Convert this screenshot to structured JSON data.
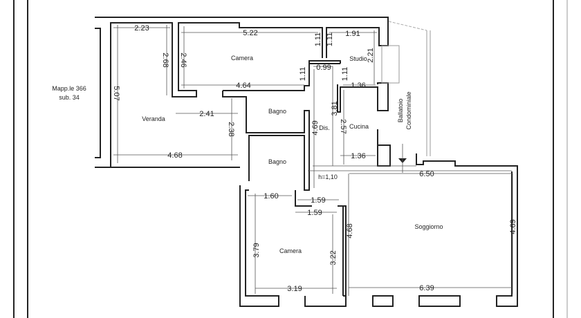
{
  "title": "Floor plan",
  "parcel": {
    "line1": "Mapp.le 366",
    "line2": "sub. 34"
  },
  "rooms": {
    "veranda": "Veranda",
    "camera_top": "Camera",
    "bagno_1": "Bagno",
    "bagno_2": "Bagno",
    "studio": "Studio",
    "disimpegno": "Dis.",
    "cucina": "Cucina",
    "ballatoio_1": "Ballatoio",
    "ballatoio_2": "Condominiale",
    "camera_bottom": "Camera",
    "soggiorno": "Soggiorno"
  },
  "dimensions": {
    "veranda_top": "2.23",
    "veranda_inner": "2.68",
    "veranda_height": "5.07",
    "veranda_mid": "2.41",
    "veranda_bottom": "4.68",
    "veranda_right": "2.38",
    "camera_top_width": "5.22",
    "camera_top_height": "2.46",
    "camera_top_bottom": "4.64",
    "corr_a": "1.11",
    "corr_b": "1.11",
    "corr_c": "1.11",
    "corr_d": "1.11",
    "corr_width": "0.99",
    "studio_width": "1.91",
    "studio_height": "2.21",
    "studio_bottom": "1.36",
    "dis_height": "4.69",
    "cucina_left": "3.81",
    "cucina_height": "2.57",
    "cucina_bottom": "1.36",
    "h_note": "h=1,10",
    "soggiorno_top": "6.50",
    "soggiorno_bottom": "6.39",
    "soggiorno_left": "4.68",
    "soggiorno_right": "4.69",
    "camera_b_top": "1.60",
    "camera_b_step1": "1.59",
    "camera_b_step2": "1.59",
    "camera_b_left": "3.79",
    "camera_b_right": "3.22",
    "camera_b_bottom": "3.19"
  }
}
